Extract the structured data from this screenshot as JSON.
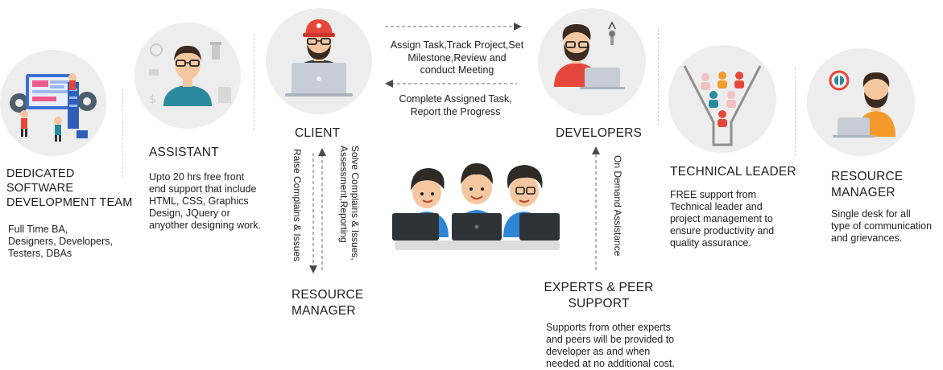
{
  "team": {
    "title_lines": [
      "DEDICATED",
      "SOFTWARE",
      "DEVELOPMENT TEAM"
    ],
    "desc_lines": [
      "Full Time BA,",
      "Designers, Developers,",
      "Testers, DBAs"
    ]
  },
  "assistant": {
    "title": "ASSISTANT",
    "desc_lines": [
      "Upto 20 hrs free front",
      "end support that include",
      "HTML, CSS, Graphics",
      "Design, JQuery or",
      "anyother designing work."
    ]
  },
  "client": {
    "title": "CLIENT"
  },
  "flows": {
    "assign_lines": [
      "Assign Task,Track Project,Set",
      "Milestone,Review and",
      "conduct Meeting"
    ],
    "complete_lines": [
      "Complete Assigned Task,",
      "Report the Progress"
    ],
    "raise": "Raise Complains & Issues",
    "solve_lines": [
      "Solve Complains & Issues,",
      "Assessment,Reporting"
    ],
    "on_demand": "On Demand Assistance"
  },
  "developers": {
    "title": "DEVELOPERS"
  },
  "resource_manager_center": {
    "title_lines": [
      "RESOURCE",
      "MANAGER"
    ]
  },
  "experts": {
    "title_lines": [
      "EXPERTS & PEER",
      "SUPPORT"
    ],
    "desc_lines": [
      "Supports from other experts",
      "and peers will be provided to",
      "developer as and when",
      "needed at no additional cost."
    ]
  },
  "technical_leader": {
    "title": "TECHNICAL LEADER",
    "desc_lines": [
      "FREE support from",
      "Technical leader and",
      "project management to",
      "ensure productivity and",
      "quality assurance."
    ]
  },
  "resource_manager_right": {
    "title_lines": [
      "RESOURCE",
      "MANAGER"
    ],
    "desc_lines": [
      "Single desk for all",
      "type of communication",
      "and grievances."
    ]
  },
  "colors": {
    "circle": "#ededed",
    "skin": "#f5c7a0",
    "hair_dark": "#3a2a1f",
    "shirt_teal": "#2b8a9e",
    "shirt_red": "#e5483a",
    "shirt_orange": "#f39a2b",
    "shirt_blue": "#2f86d6",
    "laptop": "#c7cdd6"
  },
  "icons": [
    "team-illustration",
    "assistant-illustration",
    "client-illustration",
    "developer-illustration",
    "technical-leader-illustration",
    "resource-manager-illustration",
    "experts-illustration"
  ]
}
